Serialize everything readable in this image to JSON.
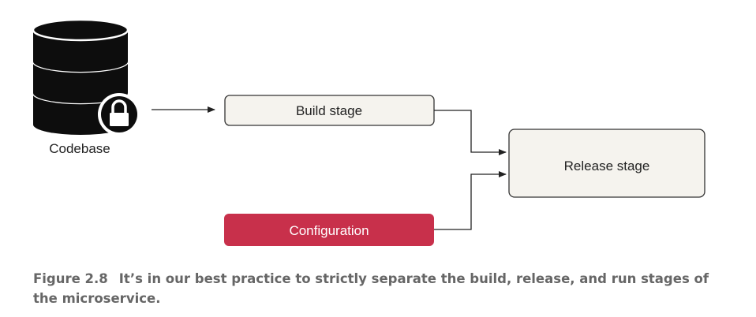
{
  "diagram": {
    "codebase_label": "Codebase",
    "build_label": "Build stage",
    "release_label": "Release stage",
    "config_label": "Configuration",
    "colors": {
      "box_fill": "#f5f3ee",
      "box_stroke": "#333333",
      "config_fill": "#c8304b",
      "config_text": "#ffffff",
      "db_fill": "#0d0d0d",
      "arrow": "#222222"
    },
    "icons": [
      "database-icon",
      "lock-icon"
    ]
  },
  "caption": {
    "figure_label": "Figure 2.8",
    "text": "It’s in our best practice to strictly separate the build, release, and run stages of the microservice."
  }
}
